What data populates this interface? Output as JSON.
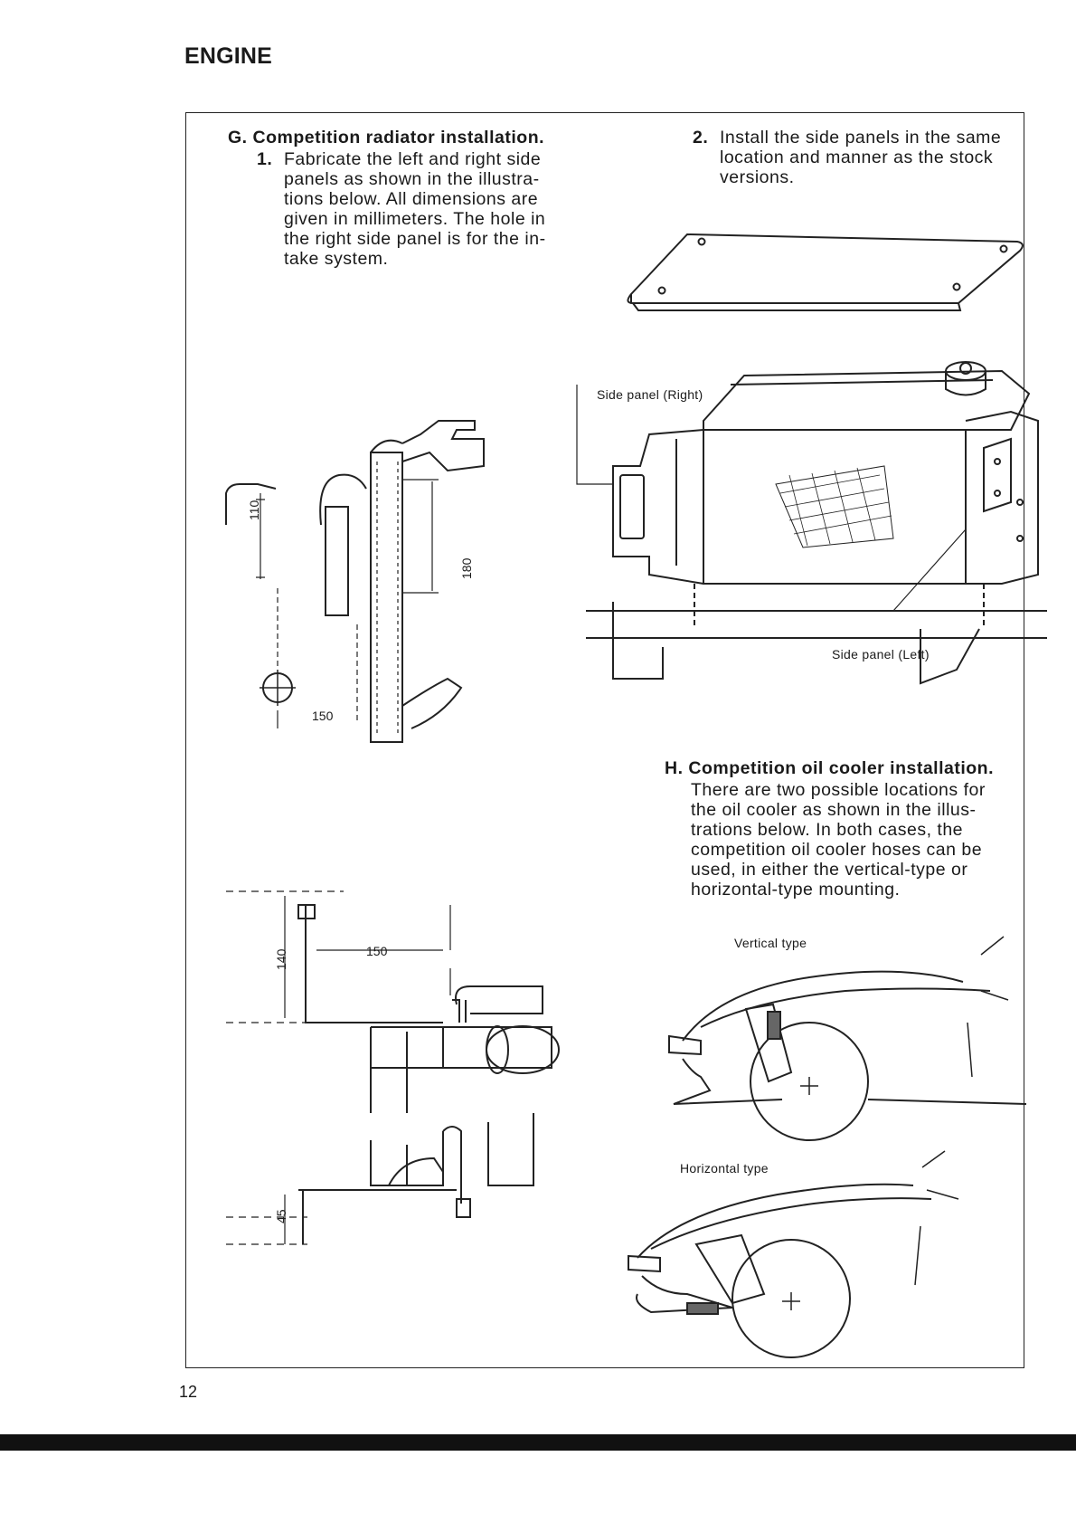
{
  "header": {
    "title": "ENGINE"
  },
  "section_g": {
    "heading": "G. Competition radiator installation.",
    "step1": {
      "num": "1.",
      "lines": [
        "Fabricate the left and right side",
        "panels as shown in the illustra-",
        "tions below. All dimensions are",
        "given in millimeters. The hole in",
        "the right side panel is for the in-",
        "take system."
      ]
    },
    "step2": {
      "num": "2.",
      "lines": [
        "Install the side panels in the same",
        "location and manner as the stock",
        "versions."
      ]
    }
  },
  "section_h": {
    "heading": "H. Competition oil cooler installation.",
    "lines": [
      "There are two possible locations for",
      "the oil cooler as shown in the illus-",
      "trations below. In both cases, the",
      "competition oil cooler hoses can be",
      "used, in either the vertical-type or",
      "horizontal-type mounting."
    ]
  },
  "labels": {
    "side_panel_right": "Side panel (Right)",
    "side_panel_left": "Side panel (Left)",
    "vertical_type": "Vertical type",
    "horizontal_type": "Horizontal type"
  },
  "dimensions": {
    "d110": "110",
    "d180": "180",
    "d150_top": "150",
    "d140": "140",
    "d150_bottom": "150",
    "d45": "45"
  },
  "footer": {
    "page_number": "12"
  }
}
